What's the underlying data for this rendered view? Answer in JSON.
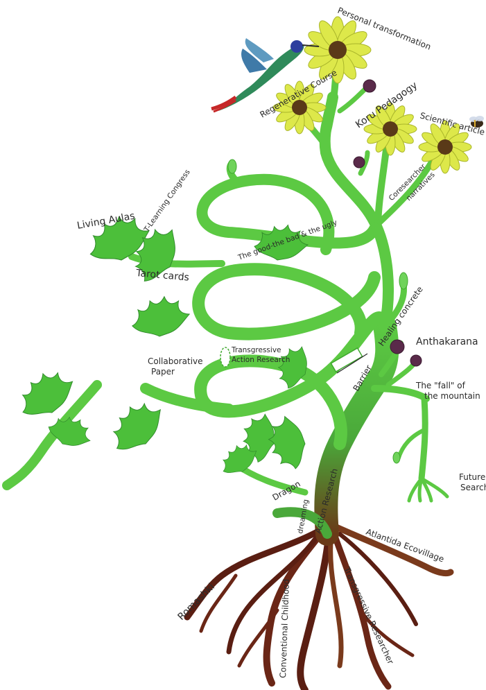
{
  "labels": {
    "personal_transformation": "Personal transformation",
    "regenerative_course": "Regenerative Course",
    "koru_pedagogy": "Koru Pedagogy",
    "scientific_article": "Scientific article",
    "coresearcher_narratives_1": "Coresearcher",
    "coresearcher_narratives_2": "narratives",
    "living_aulas": "Living Aulas",
    "t_learning_congress": "T-Learning Congress",
    "good_bad_ugly": "The good-the bad & the ugly",
    "tarot_cards": "Tarot cards",
    "healing_concrete": "Healing concrete",
    "transgressive_action_research_1": "Transgressive",
    "transgressive_action_research_2": "Action Research",
    "collaborative_paper_1": "Collaborative",
    "collaborative_paper_2": "Paper",
    "anthakarana": "Anthakarana",
    "barrier": "Barrier",
    "fall_of_mountain_1": "The \"fall\" of",
    "fall_of_mountain_2": "the mountain",
    "future_search_1": "Future",
    "future_search_2": "Search",
    "dragon": "Dragon",
    "dreaming": "dreaming",
    "action_research": "Action Research",
    "atlantida_ecovillage": "Atlantida Ecovillage",
    "romashki": "Romashki",
    "conventional_childhood": "Conventional Childhood",
    "transgressive_researcher": "Transgressive Researcher"
  },
  "colors": {
    "stem": "#5cc943",
    "stem_dark": "#3fa82e",
    "leaf": "#4cbf3a",
    "petal": "#dde84a",
    "petal_edge": "#a9b52a",
    "flower_center": "#5a3a18",
    "bud": "#5a2a4a",
    "root_dark": "#5a1e12",
    "root_mid": "#7a3a1c",
    "bird_blue": "#2e3f9e",
    "bird_green": "#2f8a5a",
    "bird_red": "#c62828"
  },
  "icons": [
    "hummingbird-icon",
    "bee-icon"
  ]
}
